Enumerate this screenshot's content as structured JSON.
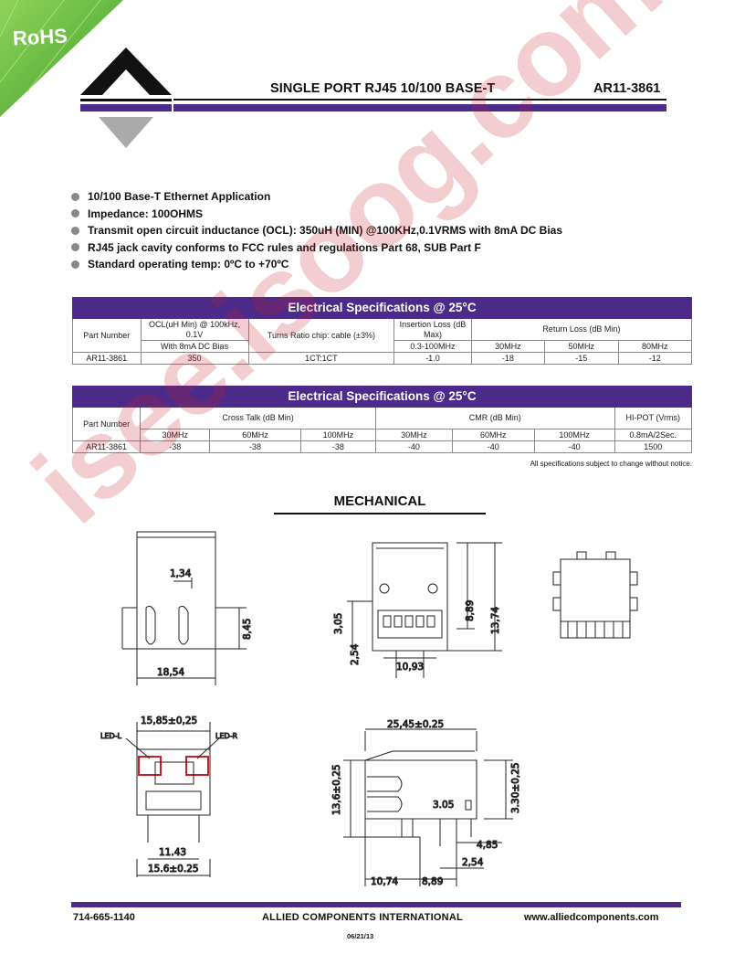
{
  "rohs": "RoHS",
  "header": {
    "title": "SINGLE PORT RJ45 10/100 BASE-T",
    "part_number": "AR11-3861"
  },
  "features": [
    "10/100 Base-T Ethernet Application",
    "Impedance: 100OHMS",
    "Transmit open circuit inductance (OCL): 350uH (MIN) @100KHz,0.1VRMS with 8mA DC Bias",
    "RJ45 jack cavity conforms to FCC rules and regulations Part 68, SUB Part F",
    "Standard operating temp: 0ºC to +70ºC"
  ],
  "table1": {
    "title": "Electrical Specifications @ 25°C",
    "part_header": "Part Number",
    "ocl_header": "OCL(uH Min) @ 100kHz, 0.1V",
    "ocl_sub": "With 8mA DC Bias",
    "turns_header": "Turns Ratio chip: cable (±3%)",
    "il_header": "Insertion Loss (dB Max)",
    "il_sub": "0.3-100MHz",
    "rl_header": "Return Loss (dB Min)",
    "rl_freqs": [
      "30MHz",
      "50MHz",
      "80MHz"
    ],
    "row": {
      "part": "AR11-3861",
      "ocl": "350",
      "turns": "1CT:1CT",
      "il": "-1.0",
      "rl": [
        "-18",
        "-15",
        "-12"
      ]
    }
  },
  "table2": {
    "title": "Electrical Specifications @ 25°C",
    "part_header": "Part Number",
    "ct_header": "Cross Talk (dB Min)",
    "ct_freqs": [
      "30MHz",
      "60MHz",
      "100MHz"
    ],
    "cmr_header": "CMR (dB Min)",
    "cmr_freqs": [
      "30MHz",
      "60MHz",
      "100MHz"
    ],
    "hipot_header": "HI-POT (Vrms)",
    "hipot_sub": "0.8mA/2Sec.",
    "row": {
      "part": "AR11-3861",
      "ct": [
        "-38",
        "-38",
        "-38"
      ],
      "cmr": [
        "-40",
        "-40",
        "-40"
      ],
      "hipot": "1500"
    }
  },
  "note": "All specifications subject to change without notice.",
  "mechanical": {
    "title": "MECHANICAL",
    "dims": {
      "d1": "1,34",
      "d2": "8,45",
      "d3": "18,54",
      "d4": "3,05",
      "d5": "8,89",
      "d6": "13,74",
      "d7": "2,54",
      "d8": "10,93",
      "d9": "15,85±0,25",
      "led_l": "LED-L",
      "led_r": "LED-R",
      "d10": "11.43",
      "d11": "15.6±0.25",
      "d12": "25,45±0.25",
      "d13": "13,6±0,25",
      "d14": "3.30±0,25",
      "d15": "3.05",
      "d16": "4,85",
      "d17": "2,54",
      "d18": "10,74",
      "d19": "8,89"
    }
  },
  "footer": {
    "phone": "714-665-1140",
    "company": "ALLIED COMPONENTS INTERNATIONAL",
    "website": "www.alliedcomponents.com",
    "date": "06/21/13"
  },
  "watermark": "isee.isoog.com",
  "colors": {
    "purple": "#4b2a8a",
    "green": "#6cc04a",
    "watermark": "#c81e28"
  }
}
